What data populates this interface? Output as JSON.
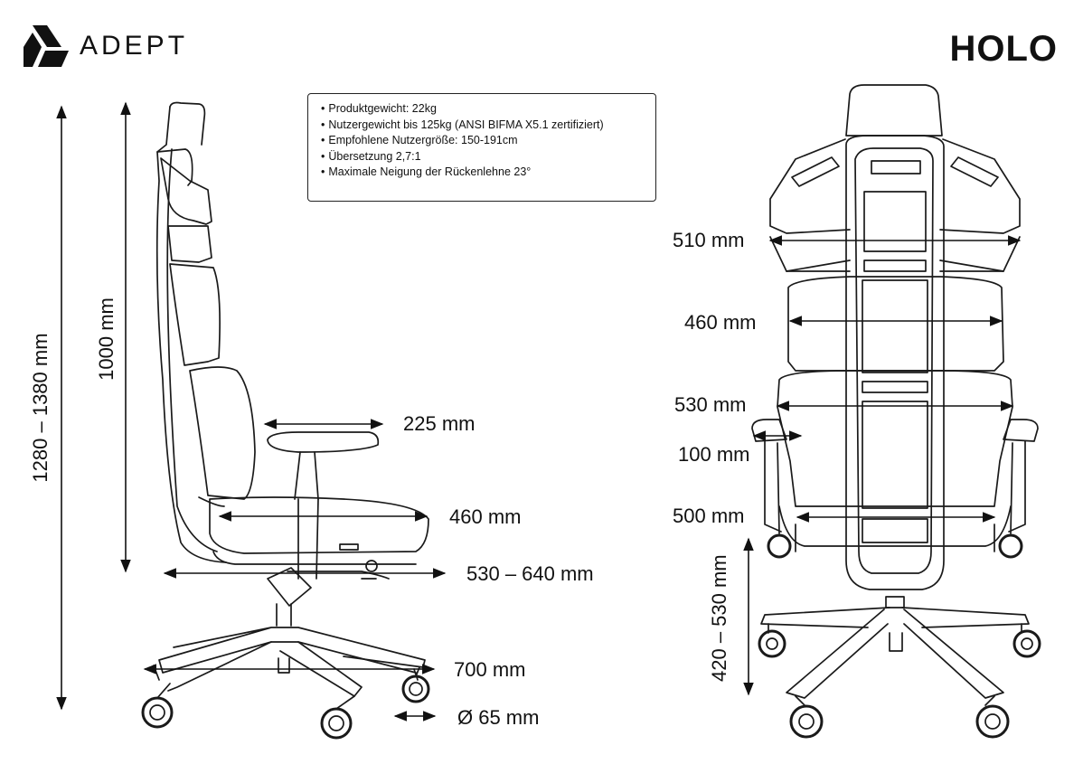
{
  "brand": {
    "logo_text": "ADEPT",
    "model": "HOLO"
  },
  "specs": [
    "Produktgewicht: 22kg",
    "Nutzergewicht bis 125kg (ANSI BIFMA X5.1 zertifiziert)",
    "Empfohlene Nutzergröße: 150-191cm",
    "Übersetzung 2,7:1",
    "Maximale Neigung der Rückenlehne 23°"
  ],
  "side_view": {
    "total_height": "1280 – 1380 mm",
    "back_height": "1000 mm",
    "armrest_depth": "225 mm",
    "seat_depth": "460 mm",
    "seat_adjust": "530 – 640 mm",
    "base_width": "700 mm",
    "caster": "Ø 65 mm"
  },
  "front_view": {
    "upper_width": "510 mm",
    "mid_width": "460 mm",
    "lower_width": "530 mm",
    "armrest_width": "100 mm",
    "seat_width": "500 mm",
    "seat_height": "420 – 530 mm"
  },
  "colors": {
    "line": "#1a1a1a",
    "background": "#ffffff"
  }
}
